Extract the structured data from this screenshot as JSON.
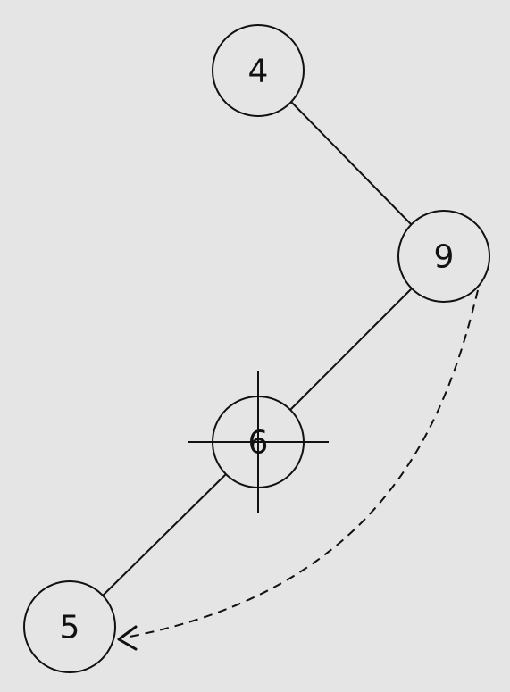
{
  "diagram": {
    "type": "binary-tree",
    "nodes": [
      {
        "id": "n4",
        "label": "4"
      },
      {
        "id": "n9",
        "label": "9"
      },
      {
        "id": "n6",
        "label": "6",
        "marked": "crosshair"
      },
      {
        "id": "n5",
        "label": "5"
      }
    ],
    "edges": [
      {
        "from": "n4",
        "to": "n9",
        "style": "solid"
      },
      {
        "from": "n9",
        "to": "n6",
        "style": "solid"
      },
      {
        "from": "n6",
        "to": "n5",
        "style": "solid"
      },
      {
        "from": "n9",
        "to": "n5",
        "style": "dashed-arrow"
      }
    ],
    "colors": {
      "background": "#e5e5e5",
      "stroke": "#111111"
    }
  }
}
